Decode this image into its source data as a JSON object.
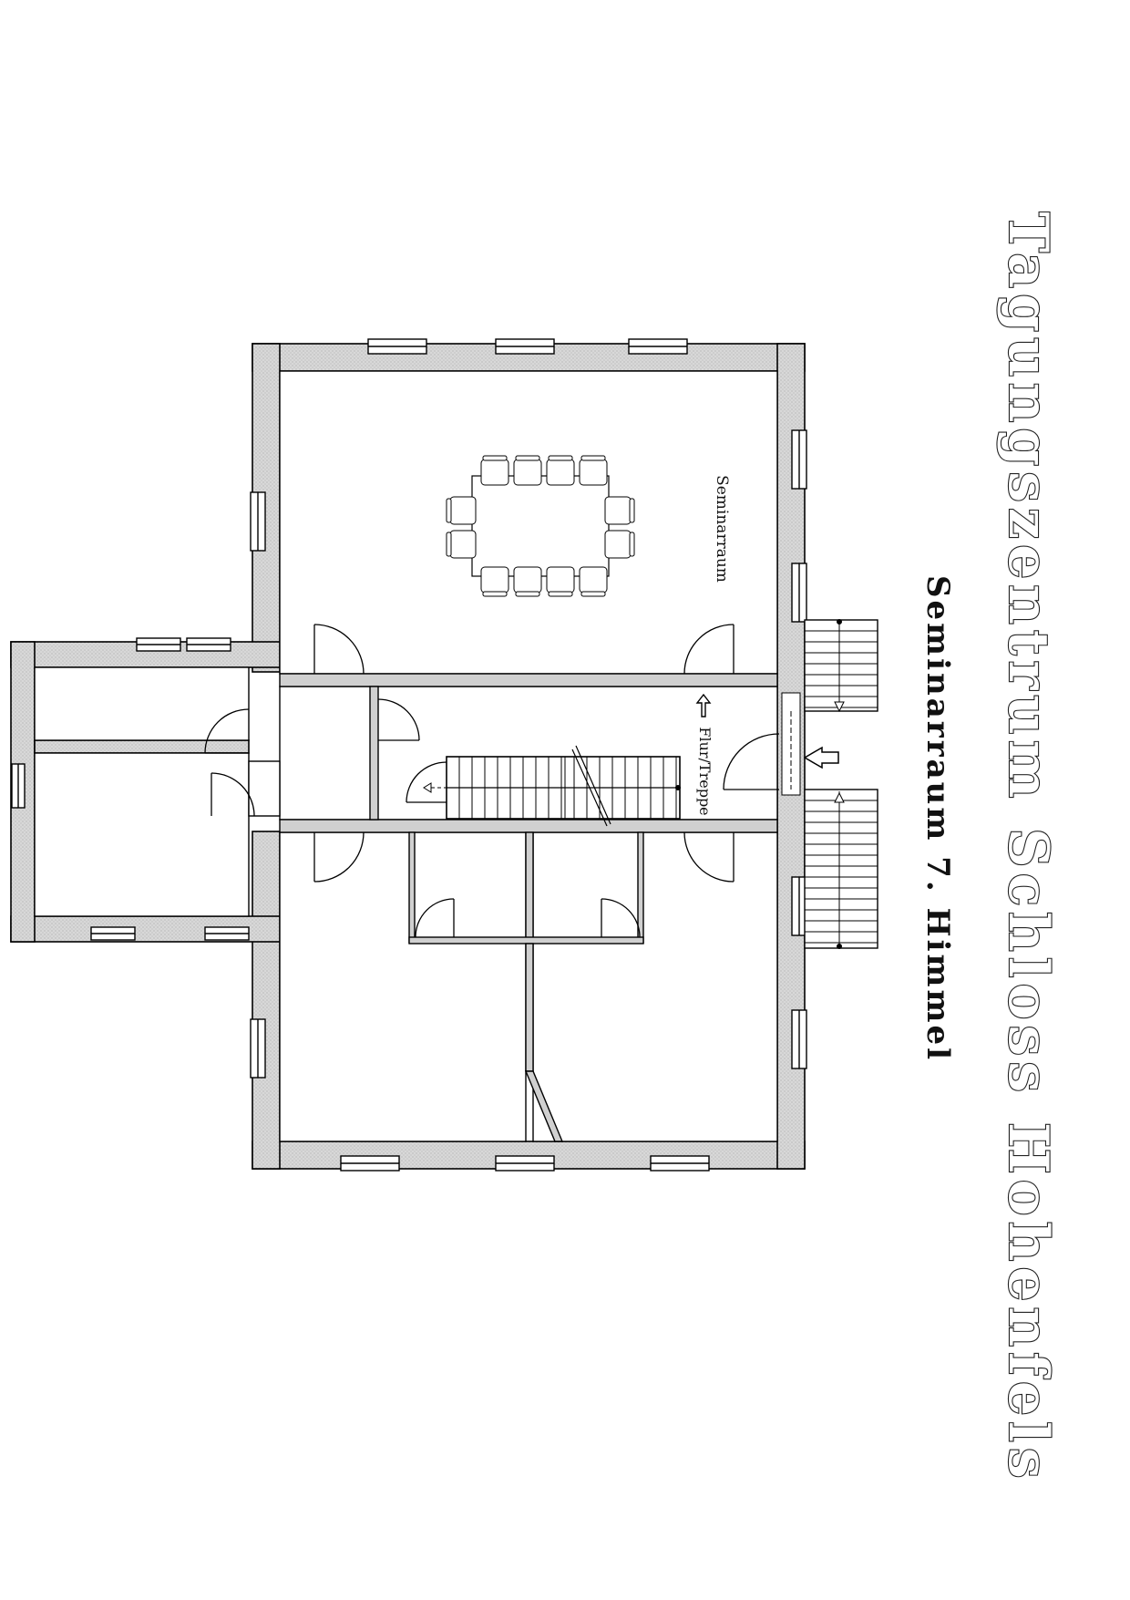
{
  "header": {
    "title": "Tagungszentrum Schloss Hohenfels",
    "subtitle": "Seminarraum 7. Himmel"
  },
  "rooms": {
    "seminar": "Seminarraum",
    "corridor": "Flur/Treppe"
  },
  "colors": {
    "wall_fill": "#d6d6d6",
    "line": "#000000",
    "background": "#ffffff"
  }
}
